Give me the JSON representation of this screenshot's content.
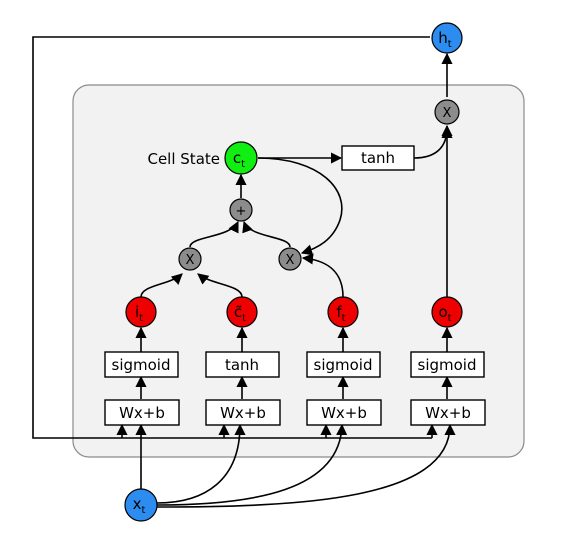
{
  "cell_state_label": "Cell State",
  "nodes": {
    "h": {
      "sym": "h",
      "sub": "t"
    },
    "x": {
      "sym": "x",
      "sub": "t"
    },
    "c": {
      "sym": "c",
      "sub": "t"
    },
    "i": {
      "sym": "i",
      "sub": "t"
    },
    "ctilde": {
      "sym": "c̃",
      "sub": "t"
    },
    "f": {
      "sym": "f",
      "sub": "t"
    },
    "o": {
      "sym": "o",
      "sub": "t"
    }
  },
  "ops": {
    "plus": "+",
    "mult": "X"
  },
  "boxes": {
    "linear": "Wx+b",
    "sigmoid": "sigmoid",
    "tanh": "tanh"
  },
  "colors": {
    "gate": "#ee0000",
    "io": "#2d8cf0",
    "cell": "#11ee11",
    "op": "#8c8c8c",
    "panel": "#f2f2f2"
  }
}
